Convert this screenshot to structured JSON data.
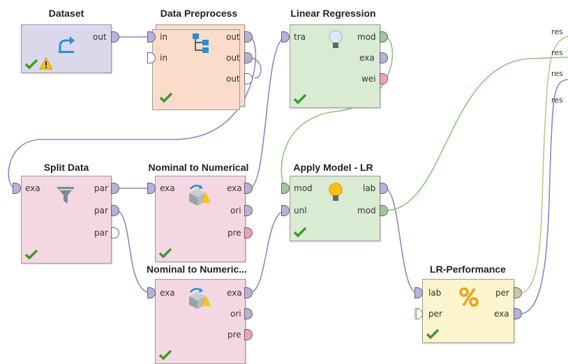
{
  "operators": {
    "dataset": {
      "title": "Dataset",
      "ports_out": [
        "out"
      ]
    },
    "preprocess": {
      "title": "Data Preprocess",
      "ports_in": [
        "in",
        "in"
      ],
      "ports_out": [
        "out",
        "out",
        "out"
      ]
    },
    "linreg": {
      "title": "Linear Regression",
      "ports_in": [
        "tra"
      ],
      "ports_out": [
        "mod",
        "exa",
        "wei"
      ]
    },
    "split": {
      "title": "Split Data",
      "ports_in": [
        "exa"
      ],
      "ports_out": [
        "par",
        "par",
        "par"
      ]
    },
    "nom1": {
      "title": "Nominal to Numerical",
      "ports_in": [
        "exa"
      ],
      "ports_out": [
        "exa",
        "ori",
        "pre"
      ]
    },
    "nom2": {
      "title": "Nominal to Numeric...",
      "ports_in": [
        "exa"
      ],
      "ports_out": [
        "exa",
        "ori",
        "pre"
      ]
    },
    "apply": {
      "title": "Apply Model - LR",
      "ports_in": [
        "mod",
        "unl"
      ],
      "ports_out": [
        "lab",
        "mod"
      ]
    },
    "perf": {
      "title": "LR-Performance",
      "ports_in": [
        "lab",
        "per"
      ],
      "ports_out": [
        "per",
        "exa"
      ]
    }
  },
  "result_ports": [
    "res",
    "res",
    "res",
    "res"
  ],
  "colors": {
    "dataset_bg": "#dcd8eb",
    "preprocess_bg": "#fbdccb",
    "model_bg": "#d9ebd3",
    "transform_bg": "#f3d8e4",
    "performance_bg": "#fbf4cc",
    "port_example": "#b6b0db",
    "port_model": "#9fc89a",
    "port_weights": "#ef9fc2",
    "port_perf": "#cfc6a6",
    "check_green": "#3f9a2b",
    "warning_yellow": "#f5c518",
    "wire_example": "#8e86c6",
    "wire_model": "#8fc283",
    "wire_perf": "#cdbf85"
  }
}
